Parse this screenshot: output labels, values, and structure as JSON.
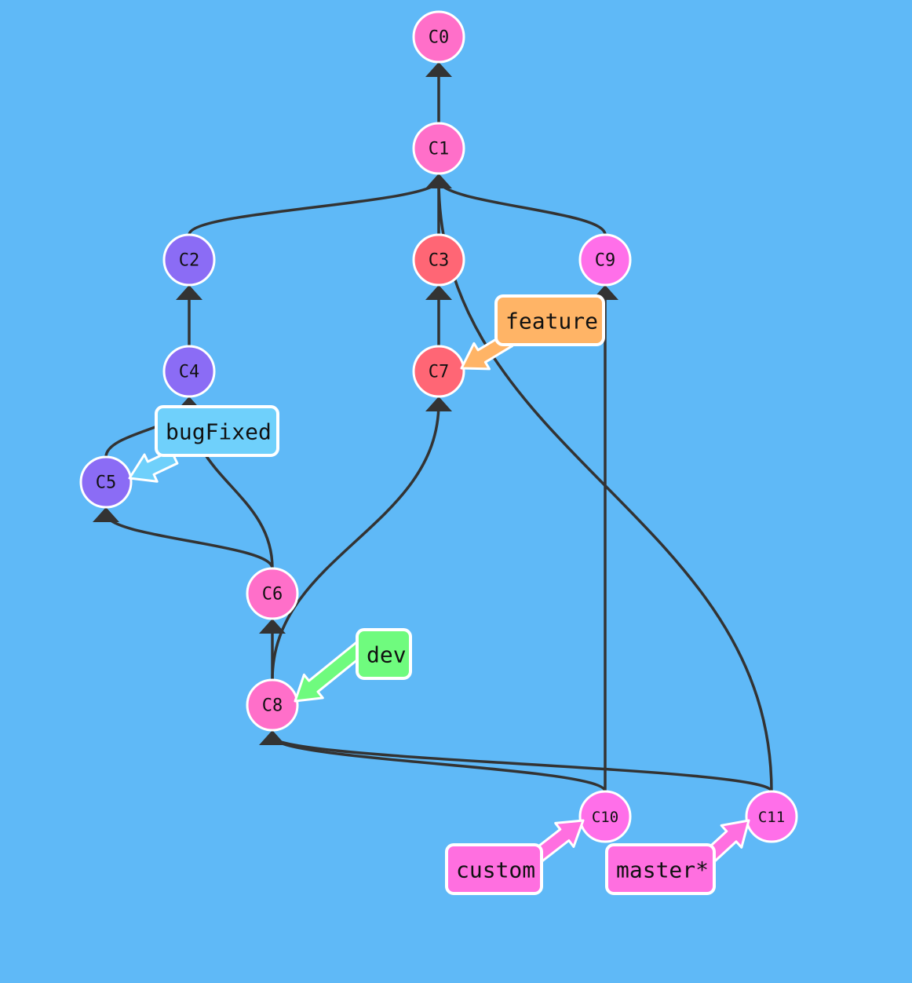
{
  "colors": {
    "background": "#5fb9f7",
    "edge": "#333333",
    "outline": "#ffffff"
  },
  "commits": [
    {
      "id": "C0",
      "color": "#ff6fc9"
    },
    {
      "id": "C1",
      "color": "#ff6fc9"
    },
    {
      "id": "C2",
      "color": "#8b6cf5"
    },
    {
      "id": "C3",
      "color": "#ff6675"
    },
    {
      "id": "C9",
      "color": "#ff6fe9"
    },
    {
      "id": "C4",
      "color": "#8b6cf5"
    },
    {
      "id": "C7",
      "color": "#ff6675"
    },
    {
      "id": "C5",
      "color": "#8b6cf5"
    },
    {
      "id": "C6",
      "color": "#ff6fc9"
    },
    {
      "id": "C8",
      "color": "#ff6fc9"
    },
    {
      "id": "C10",
      "color": "#ff6fe9"
    },
    {
      "id": "C11",
      "color": "#ff6fe9"
    }
  ],
  "parents": [
    {
      "child": "C1",
      "parent": "C0"
    },
    {
      "child": "C2",
      "parent": "C1"
    },
    {
      "child": "C3",
      "parent": "C1"
    },
    {
      "child": "C9",
      "parent": "C1"
    },
    {
      "child": "C4",
      "parent": "C2"
    },
    {
      "child": "C7",
      "parent": "C3"
    },
    {
      "child": "C5",
      "parent": "C4"
    },
    {
      "child": "C6",
      "parent": "C4"
    },
    {
      "child": "C6",
      "parent": "C5"
    },
    {
      "child": "C8",
      "parent": "C6"
    },
    {
      "child": "C8",
      "parent": "C7"
    },
    {
      "child": "C10",
      "parent": "C8"
    },
    {
      "child": "C10",
      "parent": "C9"
    },
    {
      "child": "C11",
      "parent": "C8"
    },
    {
      "child": "C11",
      "parent": "C1"
    }
  ],
  "branches": [
    {
      "name": "feature",
      "target": "C7",
      "color": "#ffb466"
    },
    {
      "name": "bugFixed",
      "target": "C5",
      "color": "#6fd0fb"
    },
    {
      "name": "dev",
      "target": "C8",
      "color": "#6ffb7e"
    },
    {
      "name": "custom",
      "target": "C10",
      "color": "#ff6fe0"
    },
    {
      "name": "master*",
      "target": "C11",
      "color": "#ff6fe0"
    }
  ]
}
